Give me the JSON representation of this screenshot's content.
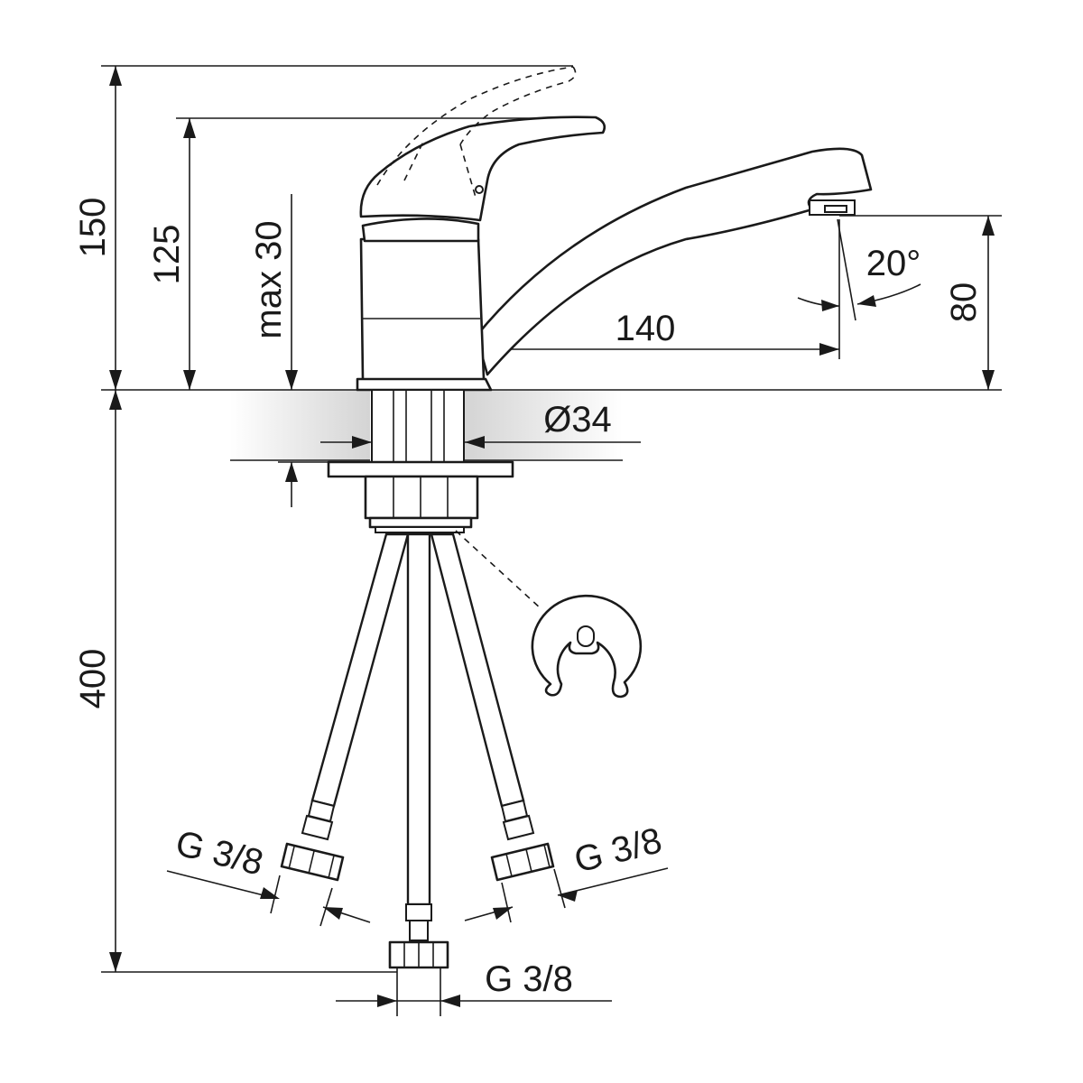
{
  "dimensions": {
    "height_total": "150",
    "height_lever": "125",
    "max_thickness": "max 30",
    "spout_reach": "140",
    "spout_height": "80",
    "spout_angle": "20°",
    "base_diameter": "Ø34",
    "hose_length": "400",
    "hose_thread_left": "G 3/8",
    "hose_thread_right": "G 3/8",
    "hose_thread_center": "G 3/8"
  },
  "colors": {
    "line": "#1a1a1a",
    "countertop_shade": "#d9d9d9"
  }
}
